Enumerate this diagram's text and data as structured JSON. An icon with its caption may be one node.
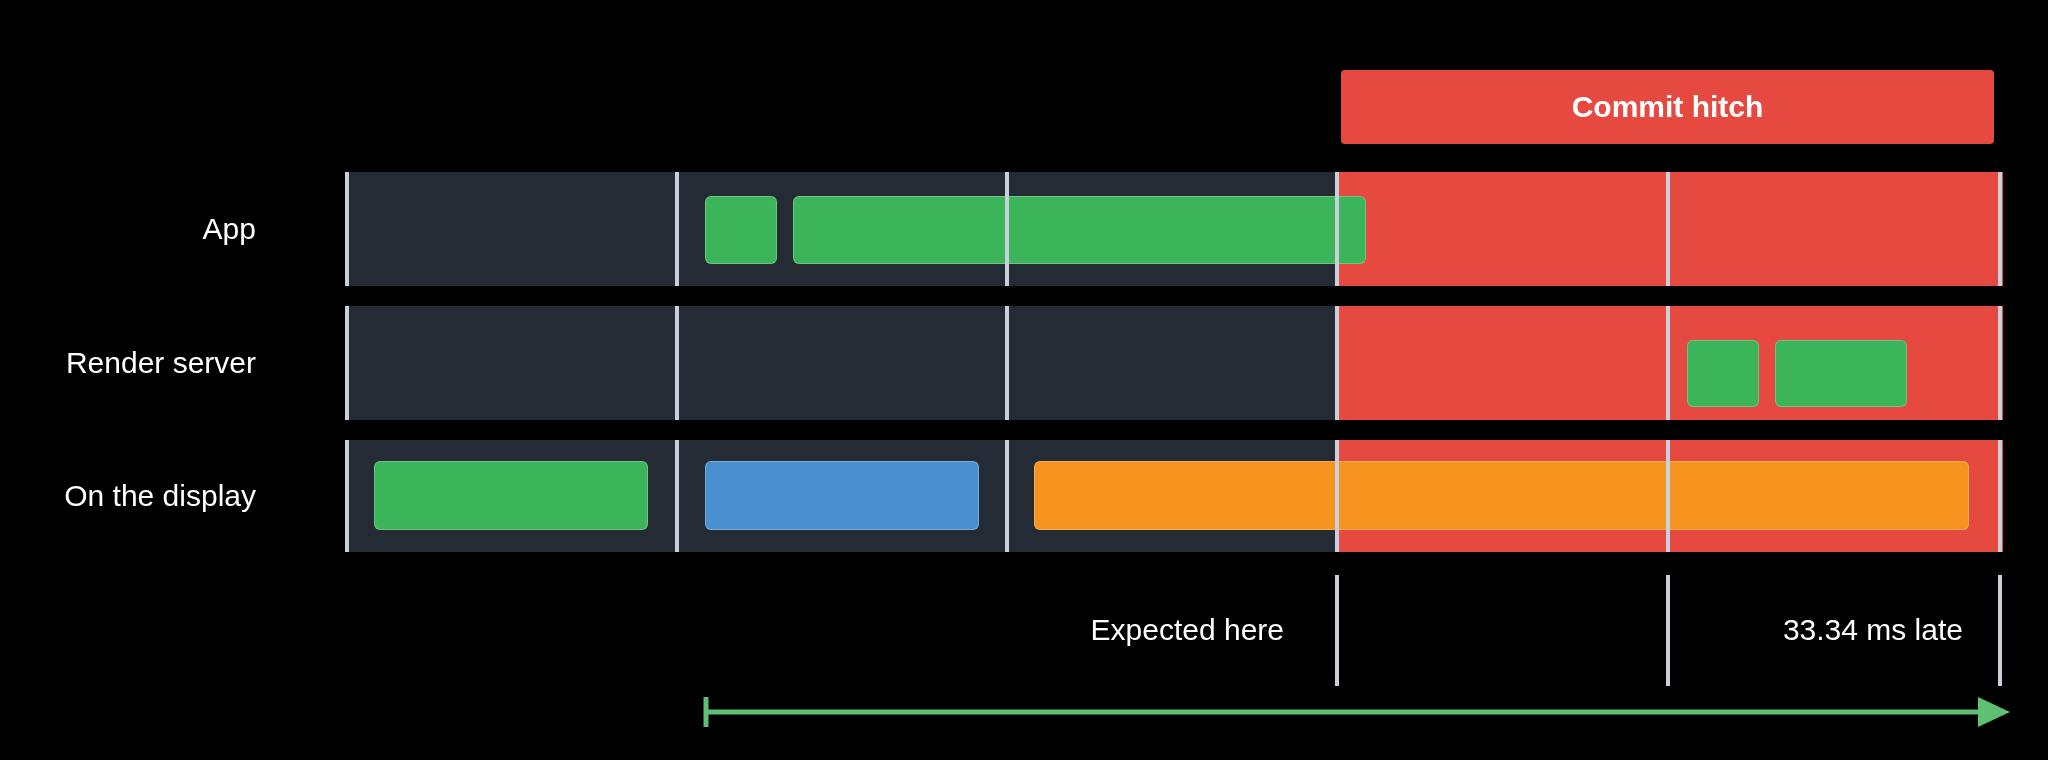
{
  "diagram": {
    "nodes": [
      {
        "text": [
          "Commit hitch"
        ]
      },
      {
        "text": [
          "App"
        ]
      },
      {
        "text": [
          "Render server"
        ]
      },
      {
        "text": [
          "On the display"
        ]
      },
      {
        "text": [],
        "shape": "bar",
        "in": 1
      },
      {
        "text": [],
        "shape": "bar",
        "in": 1
      },
      {
        "text": [],
        "shape": "bar",
        "in": 2
      },
      {
        "text": [],
        "shape": "bar",
        "in": 2
      },
      {
        "text": [],
        "shape": "bar",
        "in": 3
      },
      {
        "text": [],
        "shape": "bar",
        "in": 3
      },
      {
        "text": [],
        "shape": "bar",
        "in": 3
      }
    ],
    "labels": [
      "Expected here",
      "33.34 ms late"
    ]
  }
}
